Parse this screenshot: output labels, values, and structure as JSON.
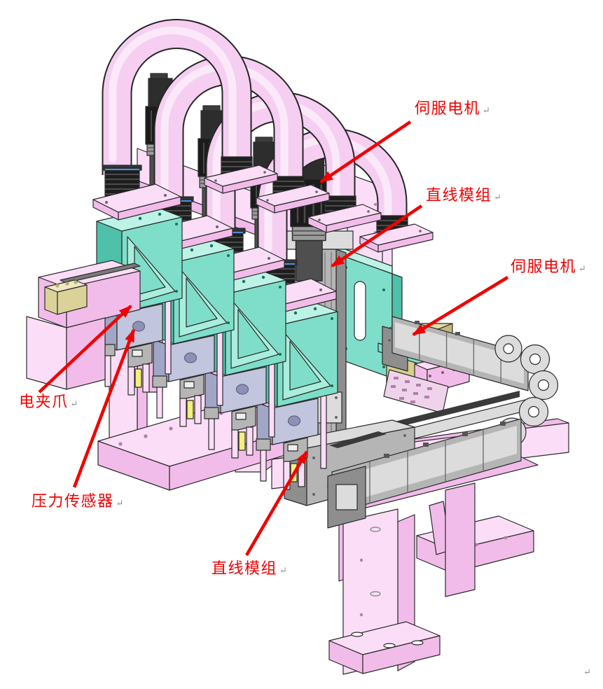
{
  "figure": {
    "background": "#ffffff",
    "kind": "3d-cad-assembly-annotated"
  },
  "callouts": {
    "servo_motor_top": {
      "label": "伺服电机"
    },
    "linear_module_vertical": {
      "label": "直线模组"
    },
    "servo_motor_right": {
      "label": "伺服电机"
    },
    "electric_gripper": {
      "label": "电夹爪"
    },
    "pressure_sensor": {
      "label": "压力传感器"
    },
    "linear_module_horizontal": {
      "label": "直线模组"
    }
  },
  "marks": {
    "paragraph_return": "↵"
  },
  "colors": {
    "callout_red": "#F10000",
    "frame_pink": "#FBDDF7",
    "tube_pink": "#F5CEF1",
    "bracket_teal": "#7FDEC9",
    "gripper_lavender": "#C2C5DE",
    "motor_black": "#1E1E1E",
    "module_gray": "#B5B5B5",
    "sensor_yellow": "#F4EF7E",
    "block_cream": "#EFE8C2"
  }
}
